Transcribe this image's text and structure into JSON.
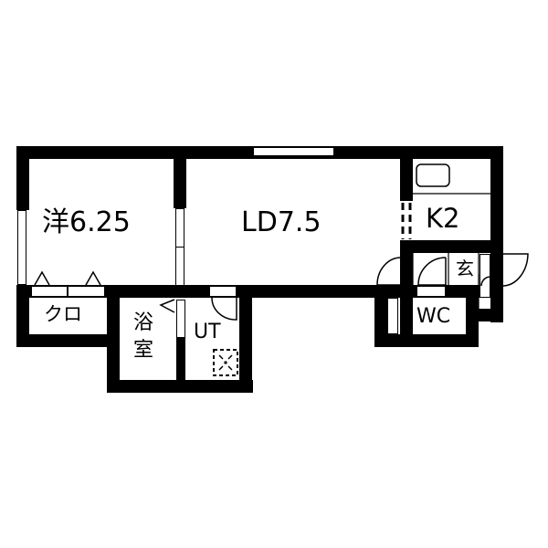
{
  "floor_plan": {
    "rooms": [
      {
        "id": "western_room",
        "label": "洋6.25",
        "type": "Western-style room",
        "size_jo": 6.25
      },
      {
        "id": "living_dining",
        "label": "LD7.5",
        "type": "Living/Dining",
        "size_jo": 7.5
      },
      {
        "id": "kitchen",
        "label": "K2",
        "type": "Kitchen",
        "size_jo": 2
      },
      {
        "id": "closet",
        "label": "クロ",
        "type": "Closet"
      },
      {
        "id": "bathroom",
        "label": "浴\n室",
        "label_top": "浴",
        "label_bottom": "室",
        "type": "Bathroom"
      },
      {
        "id": "utility",
        "label": "UT",
        "type": "Utility / washroom"
      },
      {
        "id": "entrance",
        "label": "玄",
        "type": "Entrance (genkan)"
      },
      {
        "id": "toilet",
        "label": "WC",
        "type": "Toilet"
      }
    ],
    "colors": {
      "wall": "#000000",
      "background": "#ffffff"
    }
  }
}
